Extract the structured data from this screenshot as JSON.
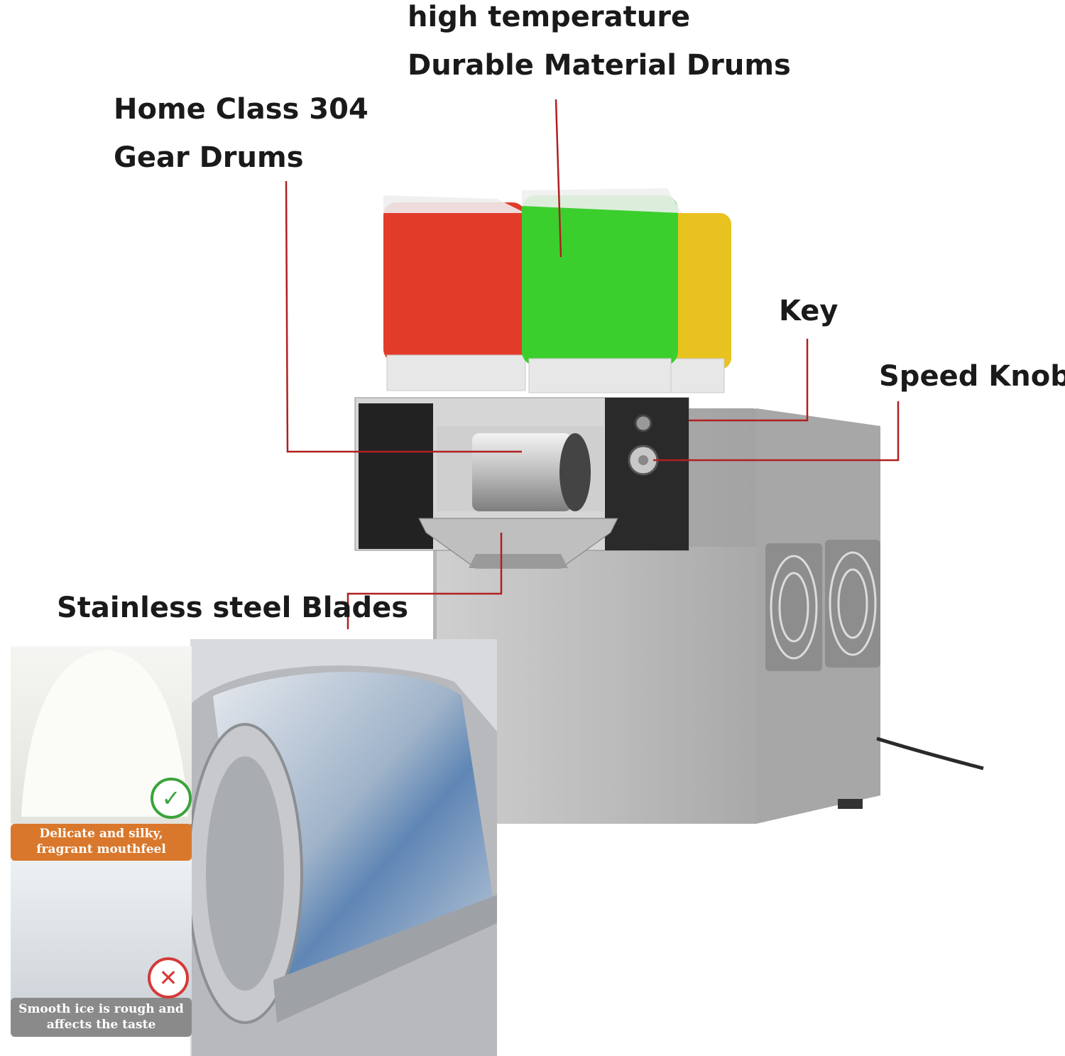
{
  "callouts": {
    "drum_material_line1": "high temperature",
    "drum_material_line2": "Durable Material Drums",
    "gear_drums_line1": "Home Class 304",
    "gear_drums_line2": "Gear Drums",
    "key": "Key",
    "speed_knob": "Speed Knob",
    "blades": "Stainless steel Blades"
  },
  "comparison": {
    "good_caption_line1": "Delicate and silky,",
    "good_caption_line2": "fragrant mouthfeel",
    "bad_caption_line1": "Smooth ice is rough and",
    "bad_caption_line2": "affects the taste",
    "good_icon": "check-icon",
    "bad_icon": "cross-icon"
  },
  "colors": {
    "callout_line": "#b02020",
    "caption_good_bg": "#d9782c",
    "caption_bad_bg": "#8a8a8a",
    "check": "#3aa33a",
    "cross": "#d43a3a"
  }
}
